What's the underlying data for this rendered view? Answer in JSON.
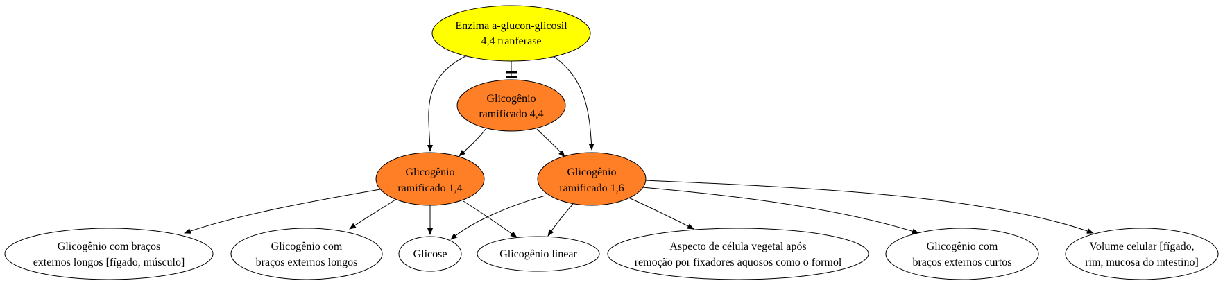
{
  "colors": {
    "enzyme_fill": "#ffff00",
    "intermediate_fill": "#ff7f27",
    "outcome_fill": "#ffffff",
    "stroke": "#000000"
  },
  "nodes": {
    "enzyme": {
      "line1": "Enzima a-glucon-glicosil",
      "line2": "4,4 tranferase"
    },
    "branched44": {
      "line1": "Glicogênio",
      "line2": "ramificado 4,4"
    },
    "branched14": {
      "line1": "Glicogênio",
      "line2": "ramificado 1,4"
    },
    "branched16": {
      "line1": "Glicogênio",
      "line2": "ramificado 1,6"
    },
    "long_outer_liver_muscle": {
      "line1": "Glicogênio com braços",
      "line2": "externos longos [fígado, músculo]"
    },
    "long_outer": {
      "line1": "Glicogênio com",
      "line2": "braços externos longos"
    },
    "glucose": {
      "line1": "Glicose"
    },
    "linear": {
      "line1": "Glicogênio linear"
    },
    "plant_cell": {
      "line1": "Aspecto de célula vegetal após",
      "line2": "remoção por fixadores aquosos como o formol"
    },
    "short_outer": {
      "line1": "Glicogênio com",
      "line2": "braços externos curtos"
    },
    "cell_volume": {
      "line1": "Volume celular [fígado,",
      "line2": "rim, mucosa do intestino]"
    }
  },
  "edges": [
    {
      "from": "enzyme",
      "to": "branched44",
      "kind": "tee"
    },
    {
      "from": "enzyme",
      "to": "branched14",
      "kind": "arrow"
    },
    {
      "from": "enzyme",
      "to": "branched16",
      "kind": "arrow"
    },
    {
      "from": "branched44",
      "to": "branched14",
      "kind": "arrow"
    },
    {
      "from": "branched44",
      "to": "branched16",
      "kind": "arrow"
    },
    {
      "from": "branched14",
      "to": "long_outer_liver_muscle",
      "kind": "arrow"
    },
    {
      "from": "branched14",
      "to": "long_outer",
      "kind": "arrow"
    },
    {
      "from": "branched14",
      "to": "glucose",
      "kind": "arrow"
    },
    {
      "from": "branched14",
      "to": "linear",
      "kind": "arrow"
    },
    {
      "from": "branched16",
      "to": "glucose",
      "kind": "arrow"
    },
    {
      "from": "branched16",
      "to": "linear",
      "kind": "arrow"
    },
    {
      "from": "branched16",
      "to": "plant_cell",
      "kind": "arrow"
    },
    {
      "from": "branched16",
      "to": "short_outer",
      "kind": "arrow"
    },
    {
      "from": "branched16",
      "to": "cell_volume",
      "kind": "arrow"
    }
  ]
}
